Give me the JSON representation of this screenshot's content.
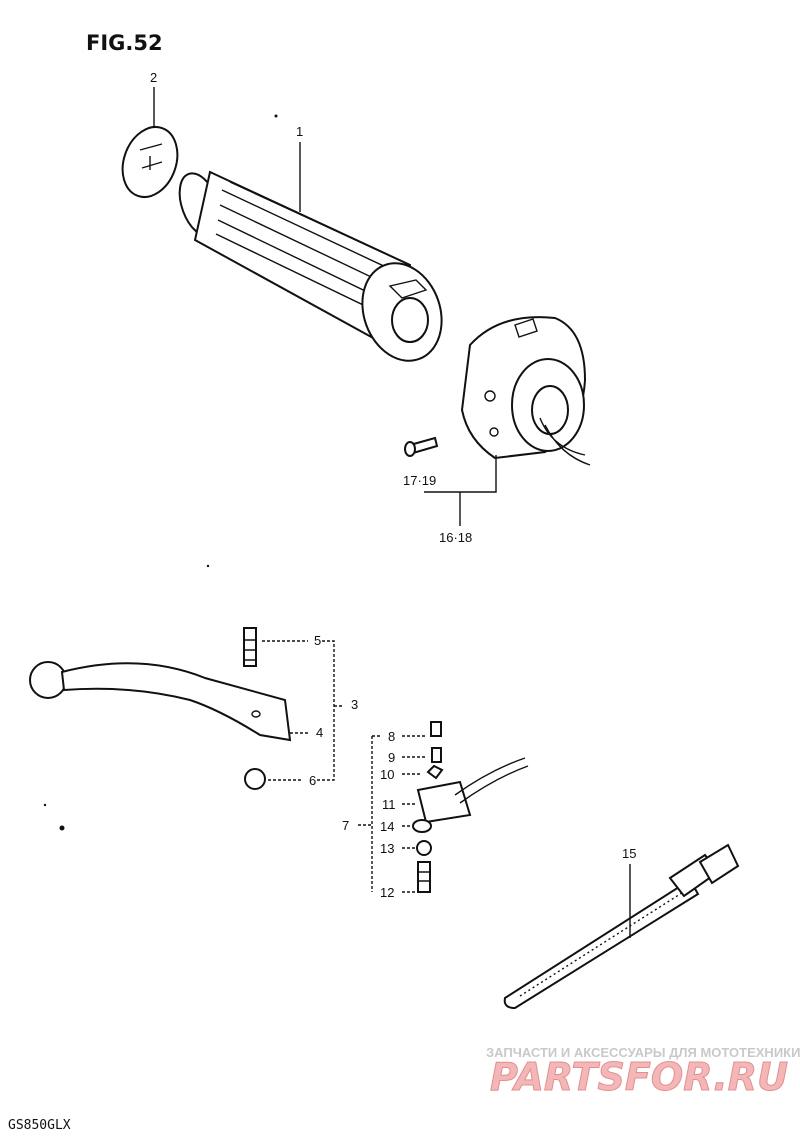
{
  "figure_title": "FIG.52",
  "model": "GS850GLX",
  "watermark": {
    "caption": "ЗАПЧАСТИ И АКСЕССУАРЫ ДЛЯ МОТОТЕХНИКИ",
    "brand": "PARTSFOR.RU"
  },
  "callouts": {
    "p1": "1",
    "p2": "2",
    "p3": "3",
    "p4": "4",
    "p5": "5",
    "p6": "6",
    "p7": "7",
    "p8": "8",
    "p9": "9",
    "p10": "10",
    "p11": "11",
    "p12": "12",
    "p13": "13",
    "p14": "14",
    "p15": "15",
    "p17_19": "17·19",
    "p16_18": "16·18"
  }
}
